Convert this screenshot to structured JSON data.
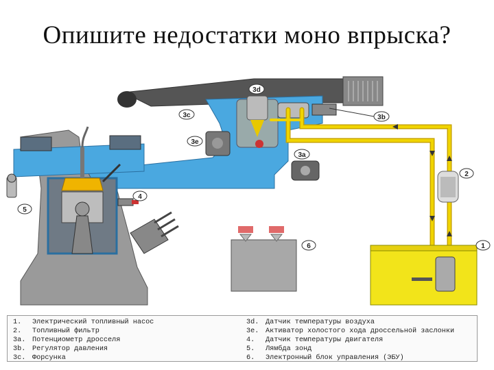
{
  "title": "Опишите недостатки моно впрыска?",
  "callouts": {
    "c3d": "3d",
    "c3b": "3b",
    "c3c": "3c",
    "c3e": "3e",
    "c3a": "3a",
    "c4": "4",
    "c5": "5",
    "c2": "2",
    "c1": "1",
    "c6": "6"
  },
  "legend": {
    "left": [
      {
        "code": "1.",
        "text": "Электрический топливный насос"
      },
      {
        "code": "2.",
        "text": "Топливный фильтр"
      },
      {
        "code": "3a.",
        "text": "Потенциометр дросселя"
      },
      {
        "code": "3b.",
        "text": "Регулятор давления"
      },
      {
        "code": "3c.",
        "text": "Форсунка"
      }
    ],
    "right": [
      {
        "code": "3d.",
        "text": "Датчик температуры воздуха"
      },
      {
        "code": "3e.",
        "text": "Активатор холостого хода дроссельной заслонки"
      },
      {
        "code": "4.",
        "text": "Датчик температуры двигателя"
      },
      {
        "code": "5.",
        "text": "Лямбда зонд"
      },
      {
        "code": "6.",
        "text": "Электронный блок управления (ЭБУ)"
      }
    ]
  },
  "colors": {
    "intake": "#4aa8e0",
    "fuel_line": "#e8c800",
    "tank": "#f2e41a",
    "engine": "#9a9a9a",
    "ecu": "#a8a8a8",
    "piston_top": "#f0b400"
  }
}
